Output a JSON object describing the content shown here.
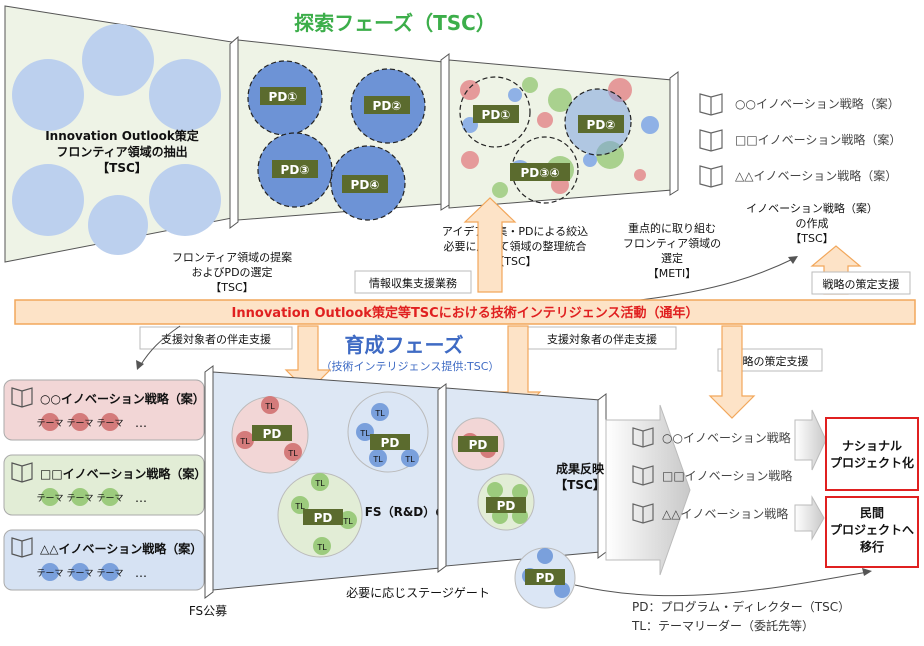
{
  "colors": {
    "title_green": "#3cae4a",
    "title_blue": "#3f6bc4",
    "accent_red": "#e02020",
    "orange_fill": "#fde3c7",
    "orange_stroke": "#f2a75b",
    "pd_tag": "#5b6b2e",
    "circle_blue": "#8fb1e6",
    "circle_red": "#e59a9a",
    "circle_green": "#a9d18e"
  },
  "explore": {
    "title": "探索フェーズ（TSC）",
    "panel1_line1": "Innovation Outlook策定",
    "panel1_line2": "フロンティア領域の抽出",
    "panel1_line3": "【TSC】",
    "pd_labels": [
      "PD①",
      "PD②",
      "PD③",
      "PD④"
    ],
    "right_pd_labels": [
      "PD①",
      "PD②",
      "PD③④"
    ],
    "caption1_line1": "フロンティア領域の提案",
    "caption1_line2": "およびPDの選定",
    "caption1_line3": "【TSC】",
    "caption2_line1": "アイデア募集・PDによる絞込",
    "caption2_line2": "必要に応じて領域の整理統合",
    "caption2_line3": "【TSC】",
    "caption3_line1": "重点的に取り組む",
    "caption3_line2": "フロンティア領域の",
    "caption3_line3": "選定",
    "caption3_line4": "【METI】",
    "strategies": [
      "○○イノベーション戦略（案）",
      "□□イノベーション戦略（案）",
      "△△イノベーション戦略（案）"
    ],
    "strategy_caption_line1": "イノベーション戦略（案）",
    "strategy_caption_line2": "の作成",
    "strategy_caption_line3": "【TSC】"
  },
  "band": {
    "text": "Innovation Outlook策定等TSCにおける技術インテリジェンス活動（通年）",
    "label_info": "情報収集支援業務",
    "label_strategy_top": "戦略の策定支援",
    "label_support_left": "支援対象者の伴走支援",
    "label_support_mid": "支援対象者の伴走支援",
    "label_strategy_mid": "戦略の策定支援"
  },
  "grow": {
    "title": "育成フェーズ",
    "subtitle": "（技術インテリジェンス提供:TSC）",
    "left_cards": [
      {
        "title": "○○イノベーション戦略（案）",
        "theme": "テーマ",
        "ellipsis": "…"
      },
      {
        "title": "□□イノベーション戦略（案）",
        "theme": "テーマ",
        "ellipsis": "…"
      },
      {
        "title": "△△イノベーション戦略（案）",
        "theme": "テーマ",
        "ellipsis": "…"
      }
    ],
    "pd": "PD",
    "tl": "TL",
    "fs_text": "FS（R&D）の実施",
    "fs_open": "FS公募",
    "stage_gate": "必要に応じステージゲート",
    "result_line1": "成果反映",
    "result_line2": "【TSC】",
    "final_strategies": [
      "○○イノベーション戦略",
      "□□イノベーション戦略",
      "△△イノベーション戦略"
    ],
    "national_line1": "ナショナル",
    "national_line2": "プロジェクト化",
    "private_line1": "民間",
    "private_line2": "プロジェクトへ",
    "private_line3": "移行"
  },
  "legend": {
    "pd": "PD：プログラム・ディレクター（TSC）",
    "tl": "TL：テーマリーダー（委託先等）"
  }
}
